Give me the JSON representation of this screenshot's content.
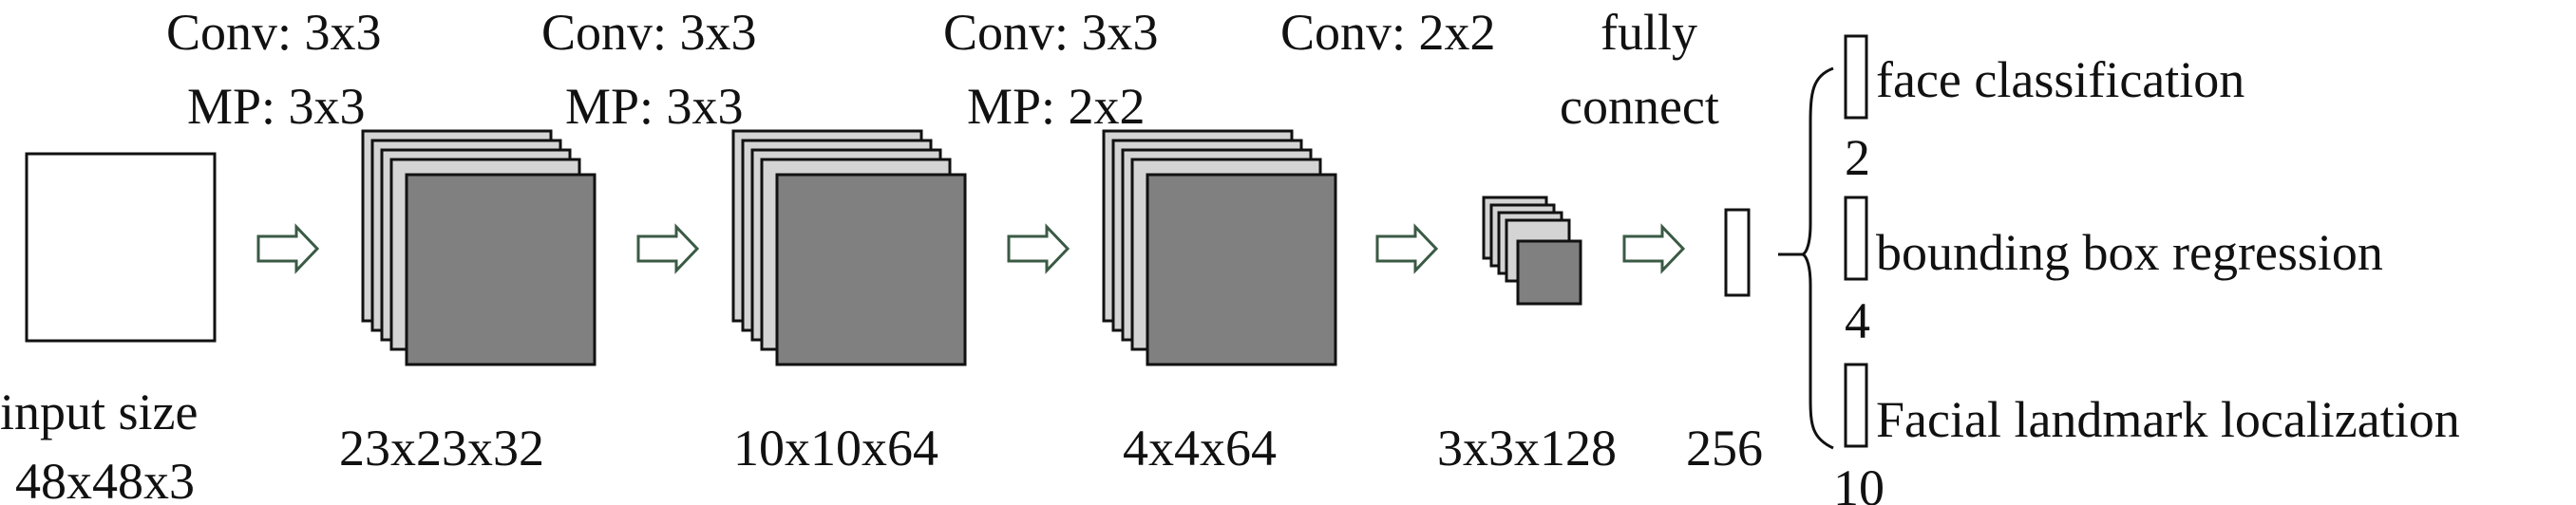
{
  "layers": [
    {
      "id": "input",
      "conv": "",
      "mp": "",
      "size": "input size",
      "size2": "48x48x3"
    },
    {
      "id": "conv1",
      "conv": "Conv: 3x3",
      "mp": "MP: 3x3",
      "size": "23x23x32"
    },
    {
      "id": "conv2",
      "conv": "Conv: 3x3",
      "mp": "MP: 3x3",
      "size": "10x10x64"
    },
    {
      "id": "conv3",
      "conv": "Conv: 3x3",
      "mp": "MP: 2x2",
      "size": "4x4x64"
    },
    {
      "id": "conv4",
      "conv": "Conv: 2x2",
      "mp": "",
      "size": "3x3x128"
    }
  ],
  "fc": {
    "line1": "fully",
    "line2": "connect",
    "size": "256"
  },
  "outputs": [
    {
      "label": "face classification",
      "dim": "2"
    },
    {
      "label": "bounding box regression",
      "dim": "4"
    },
    {
      "label": "Facial landmark localization",
      "dim": "10"
    }
  ],
  "colors": {
    "feature_front": "#808080",
    "feature_back": "#d4d4d4",
    "arrow": "#3a5a44",
    "stroke": "#111111"
  }
}
